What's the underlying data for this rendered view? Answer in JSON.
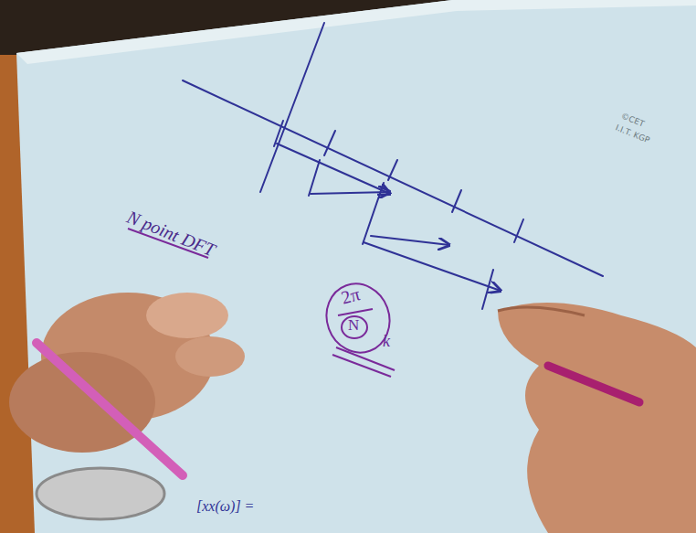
{
  "diagram": {
    "labels": [
      "N point DFT",
      "2π",
      "N",
      "k",
      "©CET",
      "I.I.T. KGP",
      "[xx(ω)] ="
    ]
  }
}
